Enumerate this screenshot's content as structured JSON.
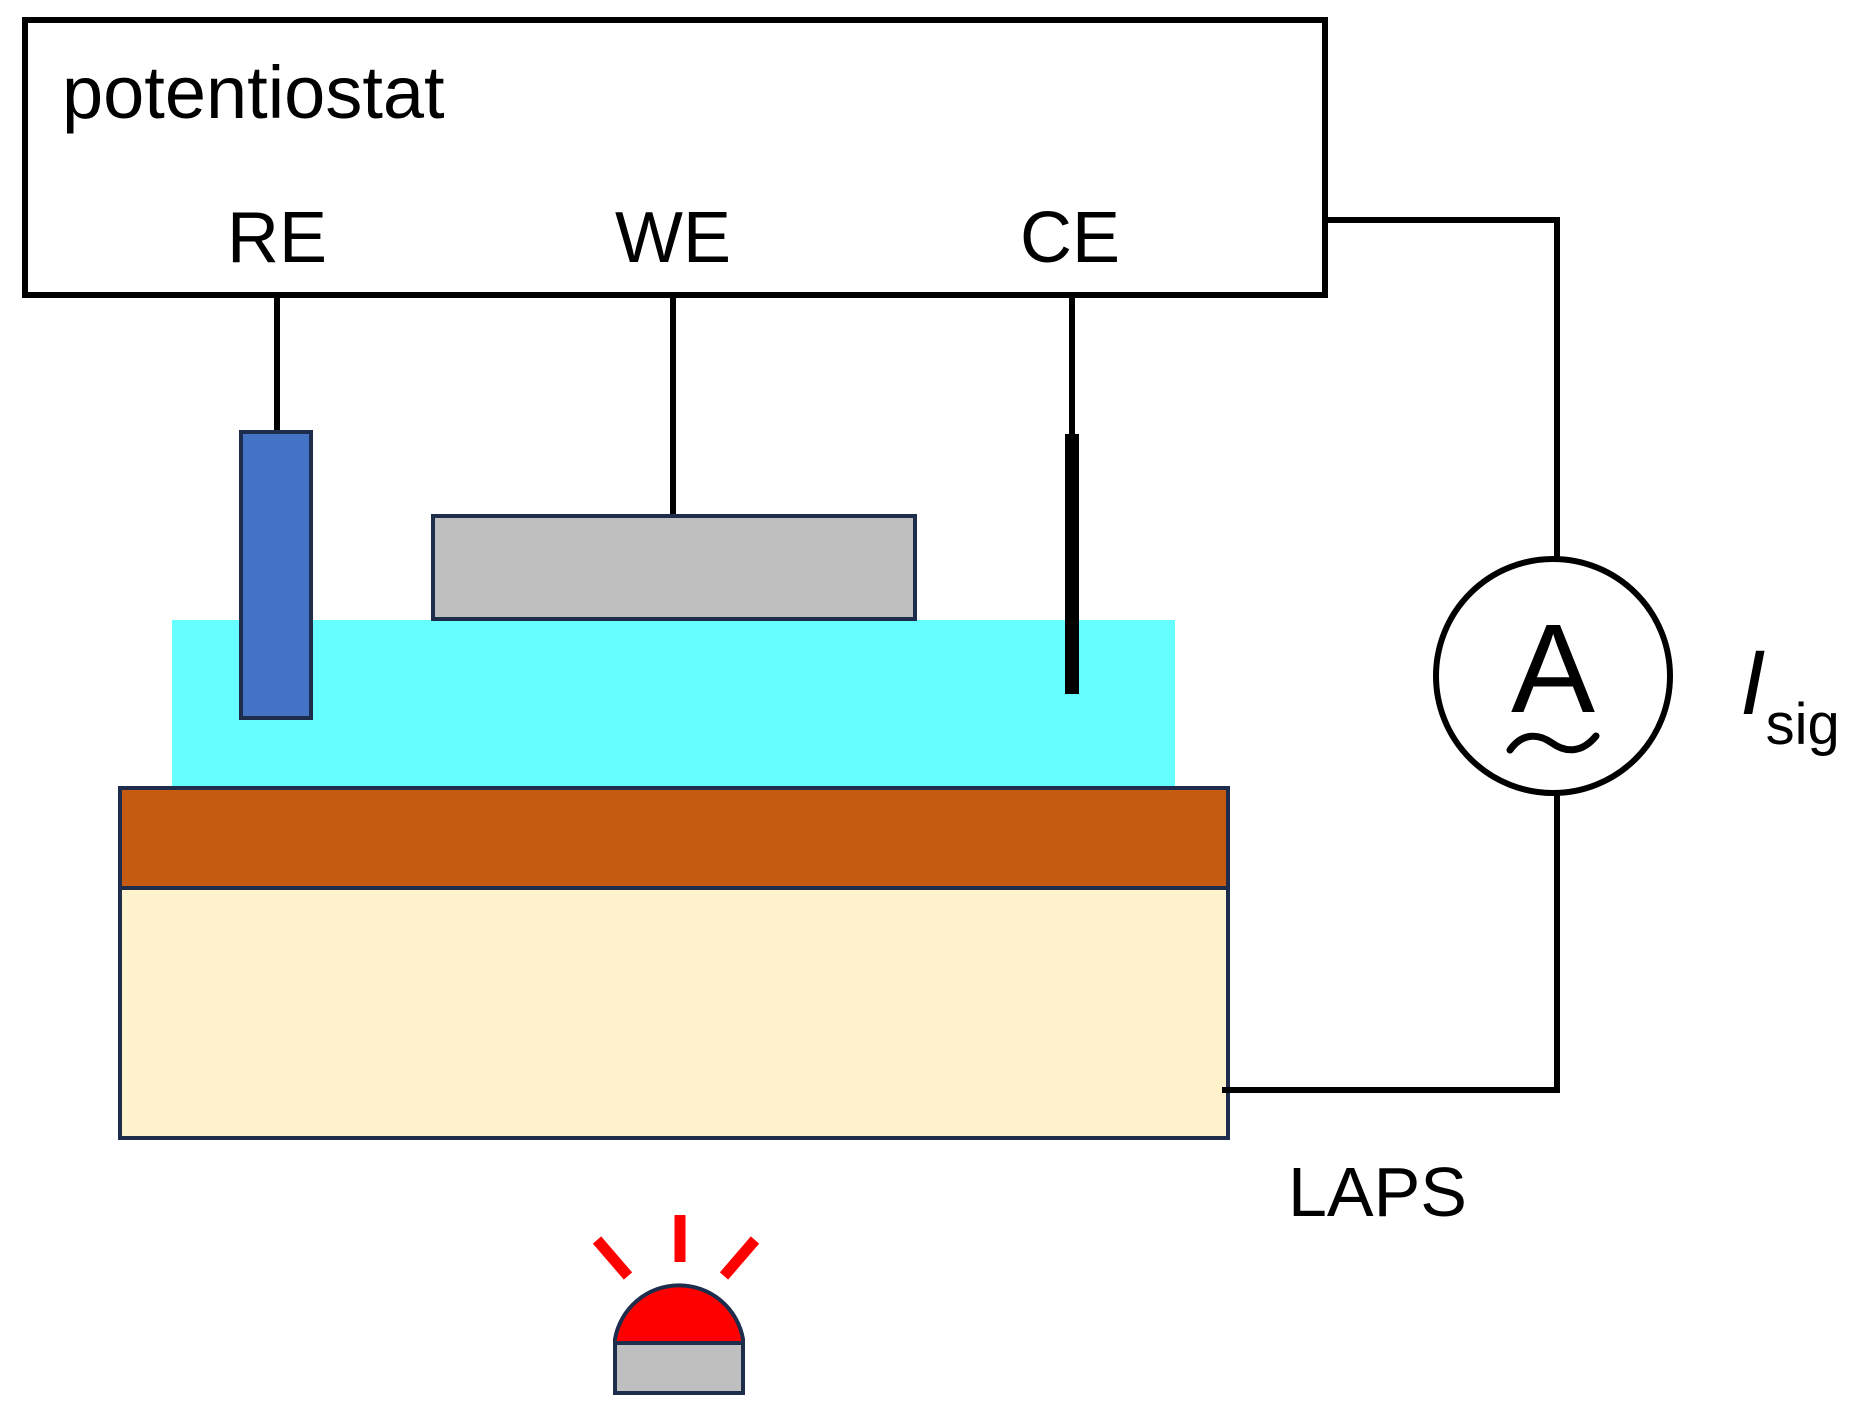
{
  "potentiostat": {
    "label": "potentiostat",
    "terminals": {
      "re": "RE",
      "we": "WE",
      "ce": "CE"
    }
  },
  "ammeter": {
    "symbol": "A",
    "ac_mark": "~",
    "current_symbol": "I",
    "current_subscript": "sig"
  },
  "sensor": {
    "label": "LAPS"
  },
  "colors": {
    "reference_electrode": "#4472c4",
    "working_electrode": "#bfbfbf",
    "electrolyte": "#66ffff",
    "insulator_layer": "#c55a11",
    "semiconductor_substrate": "#fff2cc",
    "light_source_dome": "#ff0000",
    "light_source_base": "#bfbfbf",
    "light_rays": "#ff0000",
    "outline": "#1f2d4d",
    "wire": "#000000"
  },
  "icons": {
    "light_source": "led-light-icon",
    "ammeter": "ac-ammeter-icon"
  }
}
